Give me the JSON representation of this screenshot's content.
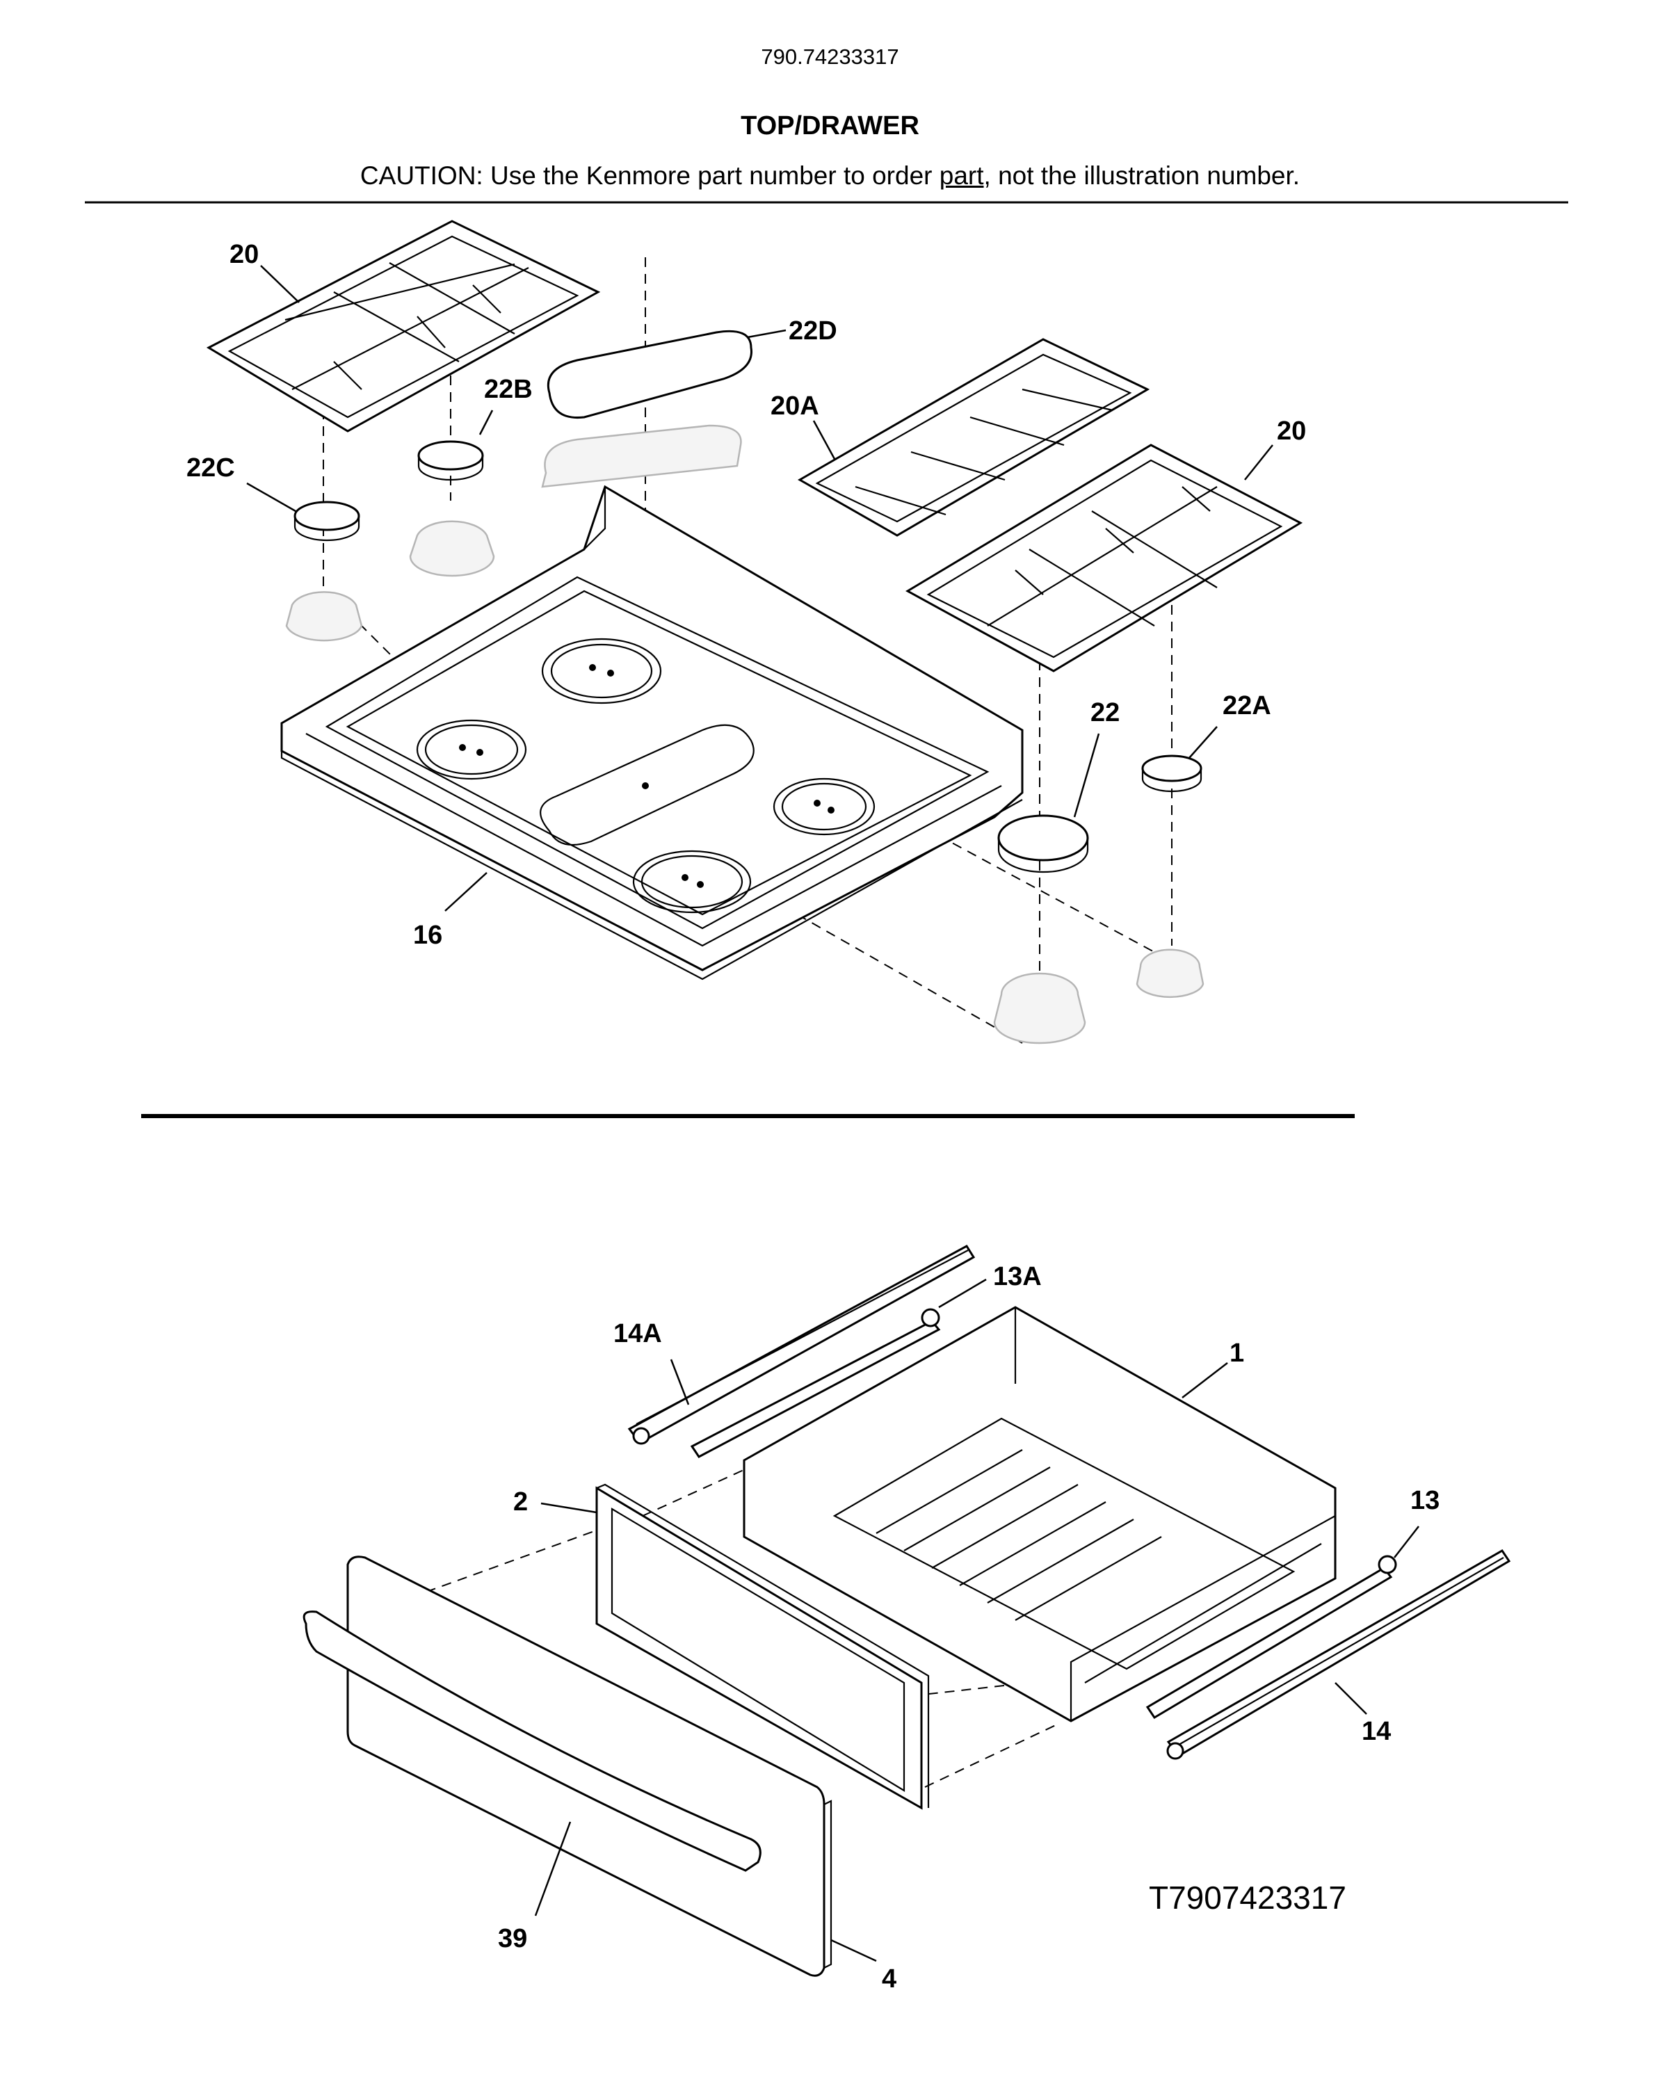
{
  "header": {
    "model_number": "790.74233317",
    "section_title": "TOP/DRAWER",
    "caution_prefix": "CAUTION: Use the Kenmore part number to order ",
    "caution_link": "part",
    "caution_suffix": ", not the illustration number."
  },
  "callouts_top": {
    "grate_left": "20",
    "cap_22d": "22D",
    "cap_22b": "22B",
    "cap_22c": "22C",
    "grate_center": "20A",
    "grate_right": "20",
    "cap_22": "22",
    "cap_22a": "22A",
    "cooktop": "16"
  },
  "callouts_bottom": {
    "rail_left_13a": "13A",
    "rail_left_14a": "14A",
    "drawer_body": "1",
    "drawer_inner_front": "2",
    "rail_right_13": "13",
    "rail_right_14": "14",
    "handle": "39",
    "drawer_front": "4"
  },
  "diagram_id": "T7907423317"
}
